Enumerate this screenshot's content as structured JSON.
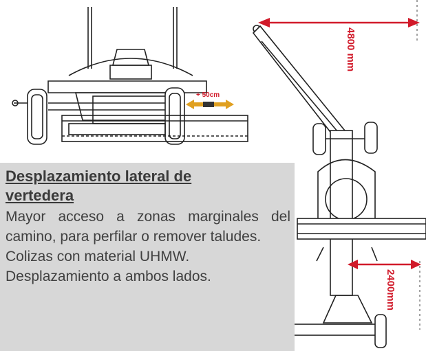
{
  "dimensions": {
    "top_length": "4800 mm",
    "bottom_length": "2400mm",
    "shift": "+ 50cm"
  },
  "info": {
    "title": "Desplazamiento lateral de vertedera",
    "line1": "Mayor acceso a zonas marginales del camino, para perfilar o remover taludes.",
    "line2": "Colizas con material UHMW.",
    "line3": "Desplazamiento a ambos lados."
  },
  "colors": {
    "dimension": "#d11a2a",
    "panel": "#d7d7d7",
    "ink": "#222222"
  }
}
